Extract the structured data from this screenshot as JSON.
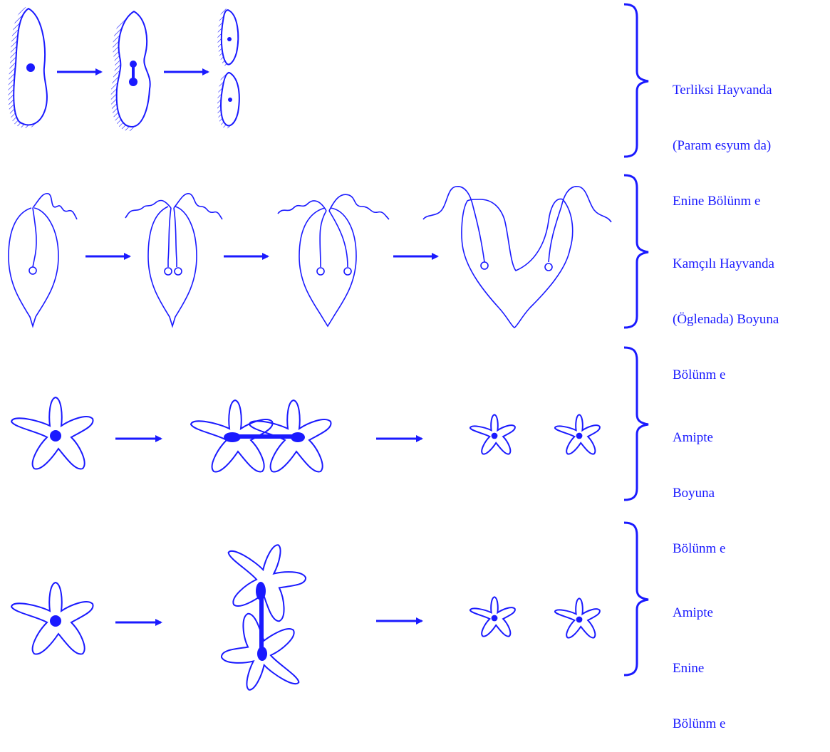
{
  "diagram": {
    "color": "#1a1aff",
    "rows": [
      {
        "id": "paramecium",
        "label_lines": [
          "Terliksi Hayvanda",
          "(Param esyum da)",
          "Enine Bölünm e"
        ]
      },
      {
        "id": "euglena",
        "label_lines": [
          "Kamçılı Hayvanda",
          "(Öglenada) Boyuna",
          "Bölünm e"
        ]
      },
      {
        "id": "amoeba-long",
        "label_lines": [
          "Amipte",
          "Boyuna",
          "Bölünm e"
        ]
      },
      {
        "id": "amoeba-trans",
        "label_lines": [
          "Amipte",
          "Enine",
          "Bölünm e"
        ]
      }
    ]
  }
}
